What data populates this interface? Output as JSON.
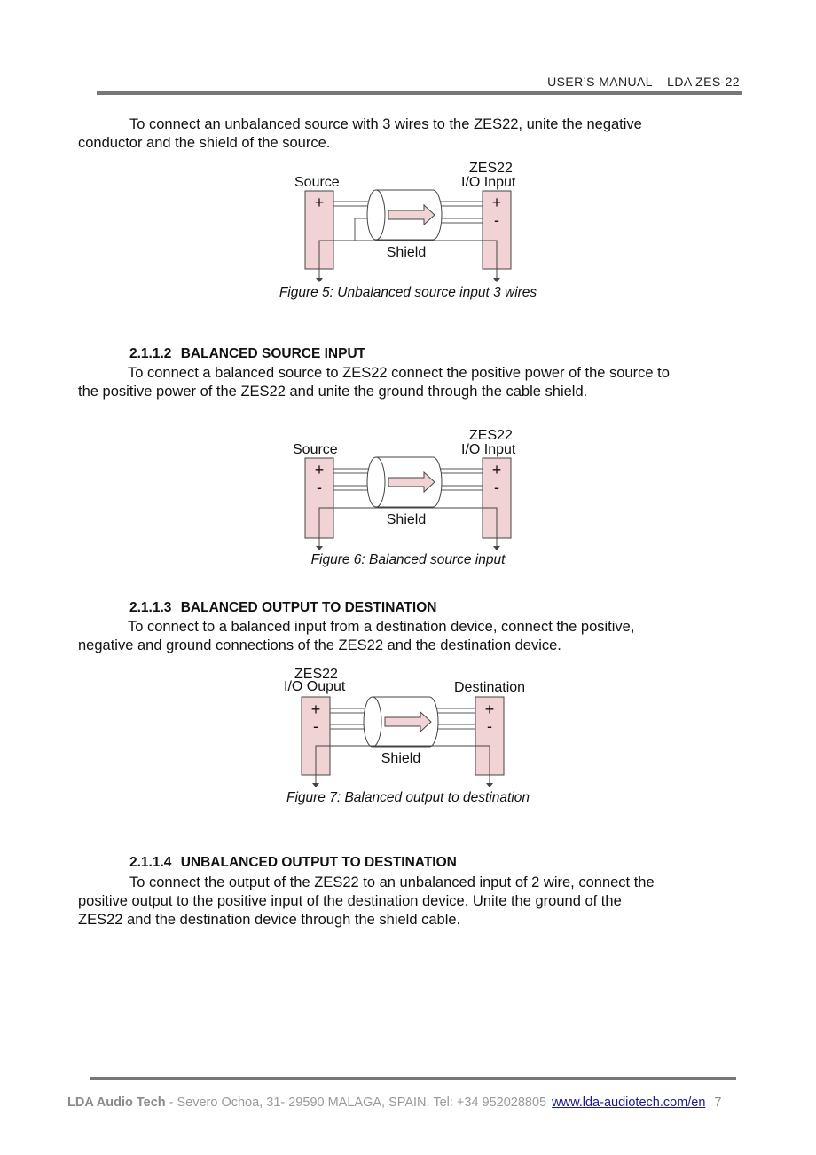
{
  "header": {
    "title": "USER’S MANUAL –  LDA ZES-22"
  },
  "intro": {
    "line1": "To connect an unbalanced source with 3 wires to the ZES22, unite the negative",
    "line2": "conductor and the shield of the source."
  },
  "fig5": {
    "left_title": "Source",
    "right_title1": "ZES22",
    "right_title2": "I/O Input",
    "left_terminals": [
      "+"
    ],
    "right_terminals": [
      "+",
      "-"
    ],
    "shield": "Shield",
    "caption": "Figure 5: Unbalanced source input 3 wires"
  },
  "sec2": {
    "num": "2.1.1.2",
    "title": "BALANCED SOURCE INPUT",
    "line1": "To connect a balanced source to ZES22 connect the positive power of the source to",
    "line2": "the positive power of the ZES22 and unite the ground through the cable shield."
  },
  "fig6": {
    "left_title": "Source",
    "right_title1": "ZES22",
    "right_title2": "I/O Input",
    "left_terminals": [
      "+",
      "-"
    ],
    "right_terminals": [
      "+",
      "-"
    ],
    "shield": "Shield",
    "caption": "Figure 6: Balanced source input"
  },
  "sec3": {
    "num": "2.1.1.3",
    "title": "BALANCED OUTPUT TO DESTINATION",
    "line1": "To connect to a balanced input from a destination device, connect the positive,",
    "line2": "negative and ground connections of the ZES22 and the destination device."
  },
  "fig7": {
    "left_title1": "ZES22",
    "left_title2": "I/O Ouput",
    "right_title": "Destination",
    "left_terminals": [
      "+",
      "-"
    ],
    "right_terminals": [
      "+",
      "-"
    ],
    "shield": "Shield",
    "caption": "Figure 7: Balanced output to destination"
  },
  "sec4": {
    "num": "2.1.1.4",
    "title": "UNBALANCED OUTPUT TO DESTINATION",
    "line1": "To connect the output of the ZES22 to an unbalanced input of 2 wire, connect the",
    "line2": "positive output to the positive input of the destination device. Unite the ground of the",
    "line3": "ZES22 and the destination device through the shield cable."
  },
  "footer": {
    "company": "LDA Audio Tech",
    "address": " - Severo Ochoa, 31- 29590 MALAGA, SPAIN. Tel: +34 952028805",
    "link": "www.lda-audiotech.com/en",
    "page": "7"
  },
  "colors": {
    "terminal_fill": "#f2d3d5",
    "rule": "#777777",
    "footer_text": "#999999",
    "link": "#1a1a8f"
  }
}
